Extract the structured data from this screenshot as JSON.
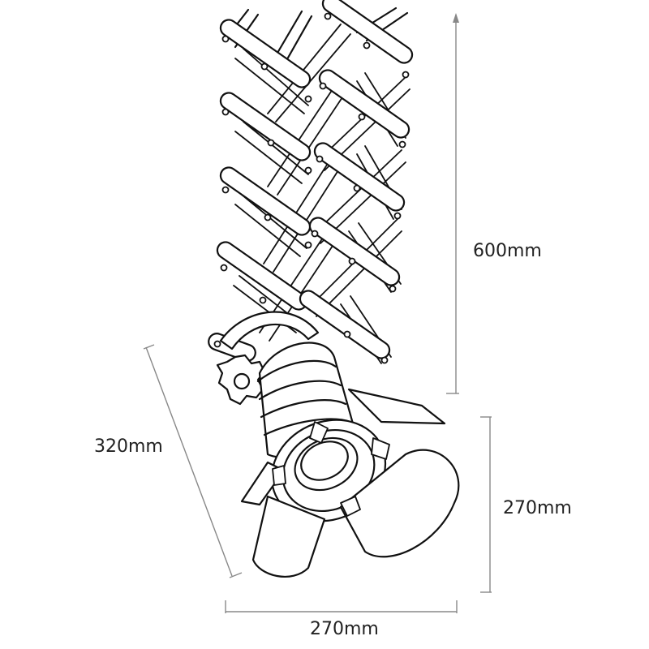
{
  "dimensions": {
    "height_label": "600mm",
    "diagonal_label": "320mm",
    "side_label": "270mm",
    "bottom_label": "270mm"
  },
  "colors": {
    "line": "#111111",
    "dimension_line": "#888888",
    "text": "#222222",
    "background": "#ffffff"
  }
}
